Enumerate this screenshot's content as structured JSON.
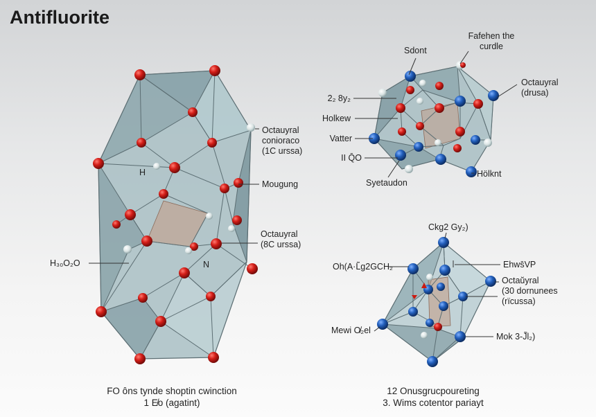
{
  "title": "Antifluorite",
  "left_model": {
    "labels": {
      "octa_top": [
        "Octauyral",
        "conioraco",
        "(1C urssa)"
      ],
      "mougung": "Mougung",
      "octa_mid": [
        "Octauyral",
        "(8C urssa)"
      ],
      "h_left": "H₃₀O₂O",
      "h_inner": "H",
      "n_inner": "N"
    },
    "caption": [
      "FO ôns tynde shoptin cwinction",
      "1 E̸o (agatint)"
    ]
  },
  "top_right_model": {
    "labels": {
      "sdont": "Sdont",
      "fafehen": [
        "Fafehen the",
        "curdle"
      ],
      "octa": [
        "Octauyral",
        "(drusa)"
      ],
      "s2": "2₂ 8y₂",
      "holkew": "Holkew",
      "vatter": "Vatter",
      "ii": "II Q̄O",
      "syetaudon": "Syetaudon",
      "holknt": "Hölknt"
    }
  },
  "bottom_right_model": {
    "labels": {
      "ckg": "Ckg2 Gy₂)",
      "oh": "Oh(A·L̃g2GCH₂",
      "ehws": "Ehws̄VP",
      "octa": [
        "Octaŭyral",
        "(30 dornunees",
        "(rïcussa)"
      ],
      "mewi": "Mewi O̸₂el",
      "mok": "Mok 3-J̃l₂)"
    },
    "caption": [
      "12 Onusgrucpoureting",
      "3. Wims cotentor pariayt"
    ]
  },
  "colors": {
    "face": "#9ab6bd",
    "edge": "#5c6e73",
    "red_atom": "#c81a16",
    "blue_atom": "#1f57ad",
    "white_atom": "#e4ecec",
    "highlight": "#c49a84",
    "marker_red": "#cc1a10"
  }
}
